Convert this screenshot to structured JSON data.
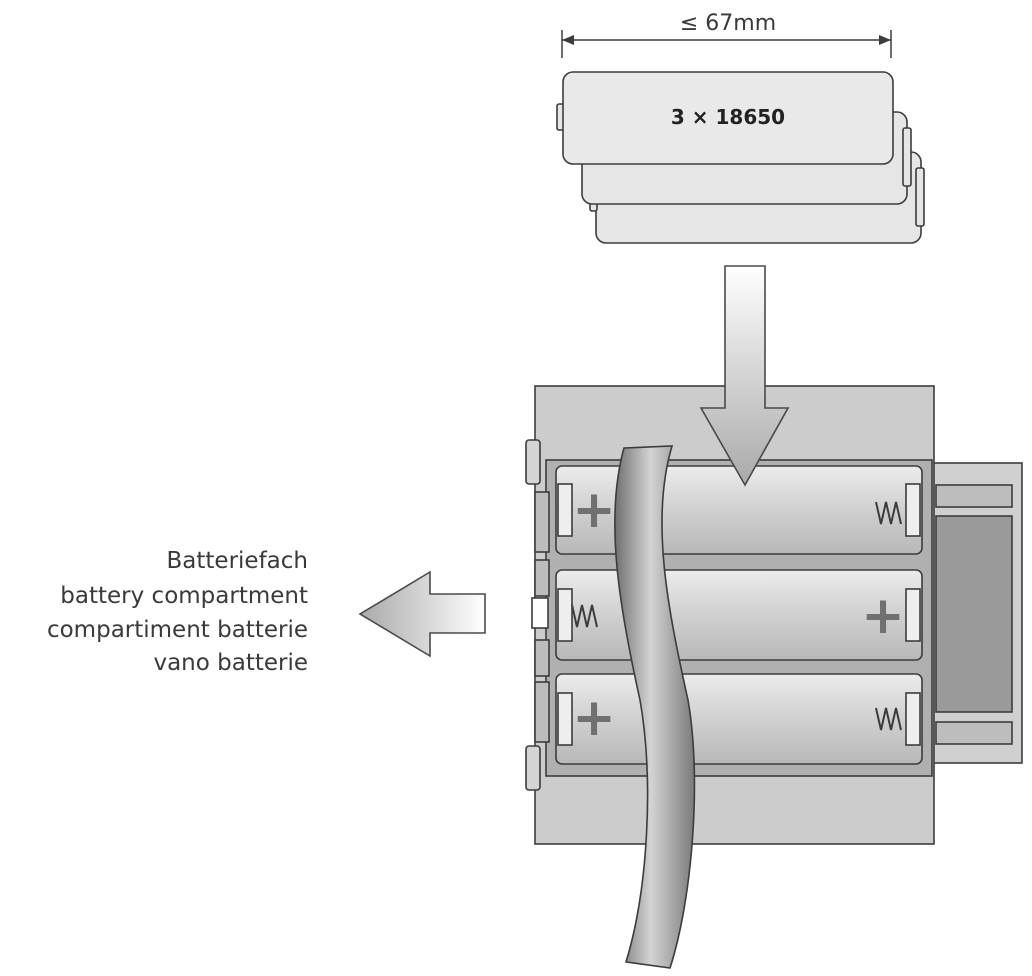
{
  "dimension": {
    "label": "≤ 67mm"
  },
  "battery_pack": {
    "label": "3 × 18650"
  },
  "compartment_label": {
    "lines": [
      "Batteriefach",
      "battery compartment",
      "compartiment batterie",
      "vano batterie"
    ]
  },
  "polarity": {
    "plus_symbol": "+"
  },
  "colors": {
    "outline": "#3c3c3c",
    "housing": "#c9c9c9",
    "cell": "#d6d6d6",
    "slot_dark": "#9a9a9a"
  }
}
